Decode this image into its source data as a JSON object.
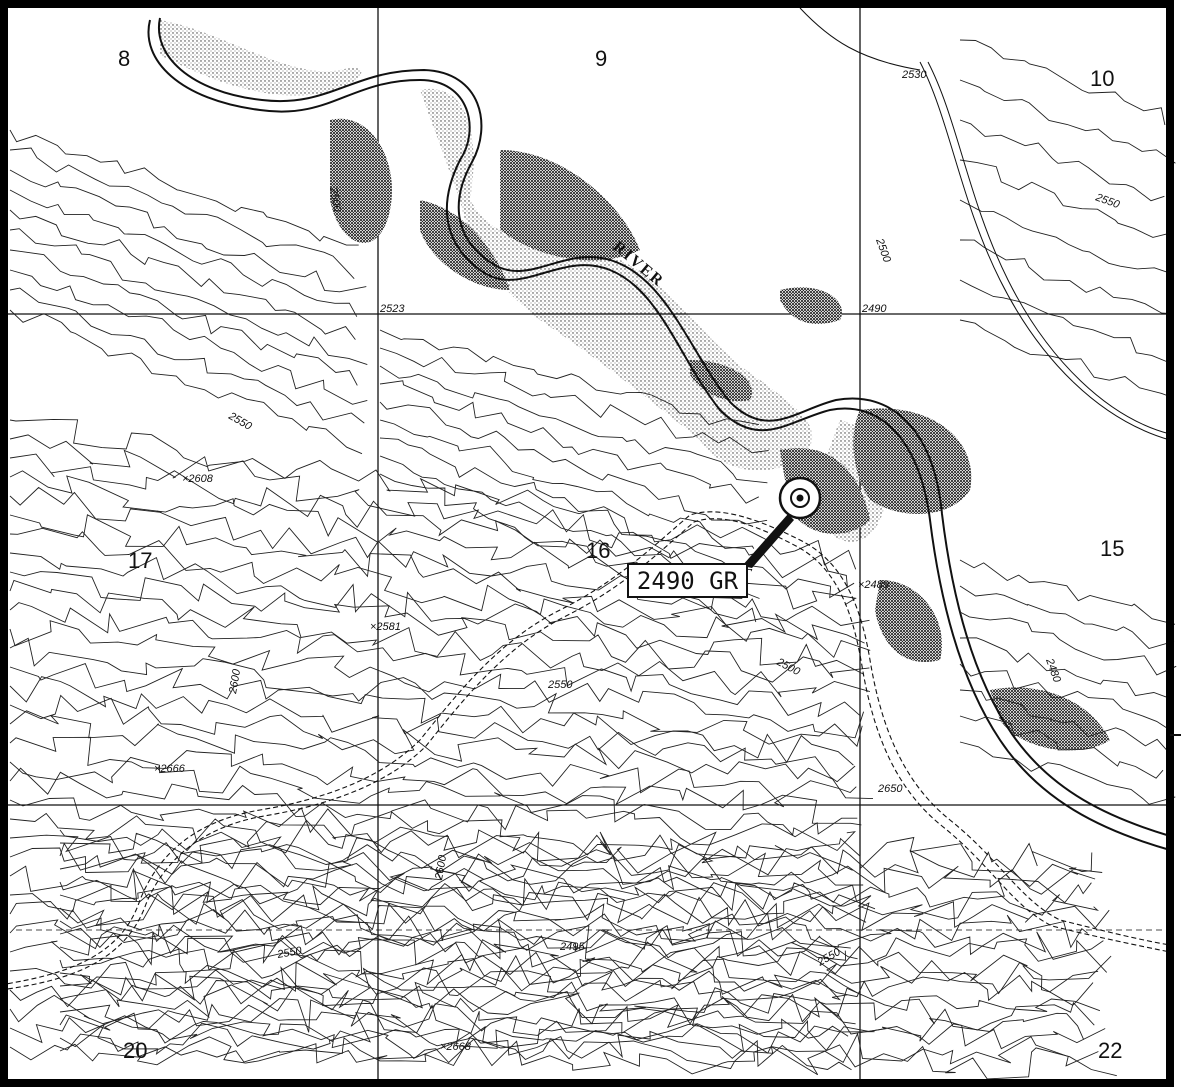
{
  "map": {
    "callout_label": "2490 GR",
    "river_name": "RIVER",
    "section_numbers": [
      "8",
      "9",
      "10",
      "17",
      "16",
      "15",
      "20",
      "22"
    ],
    "contour_labels": [
      "2500",
      "2530",
      "2550",
      "2500",
      "2490",
      "2523",
      "2550",
      "2500",
      "2480",
      "2600",
      "2550",
      "2600",
      "2550",
      "2495",
      "2650",
      "2550"
    ],
    "spot_heights": [
      "2608",
      "2581",
      "2666",
      "2489",
      "2668"
    ],
    "colors": {
      "ink": "#111111",
      "paper": "#ffffff",
      "frame": "#000000"
    }
  }
}
